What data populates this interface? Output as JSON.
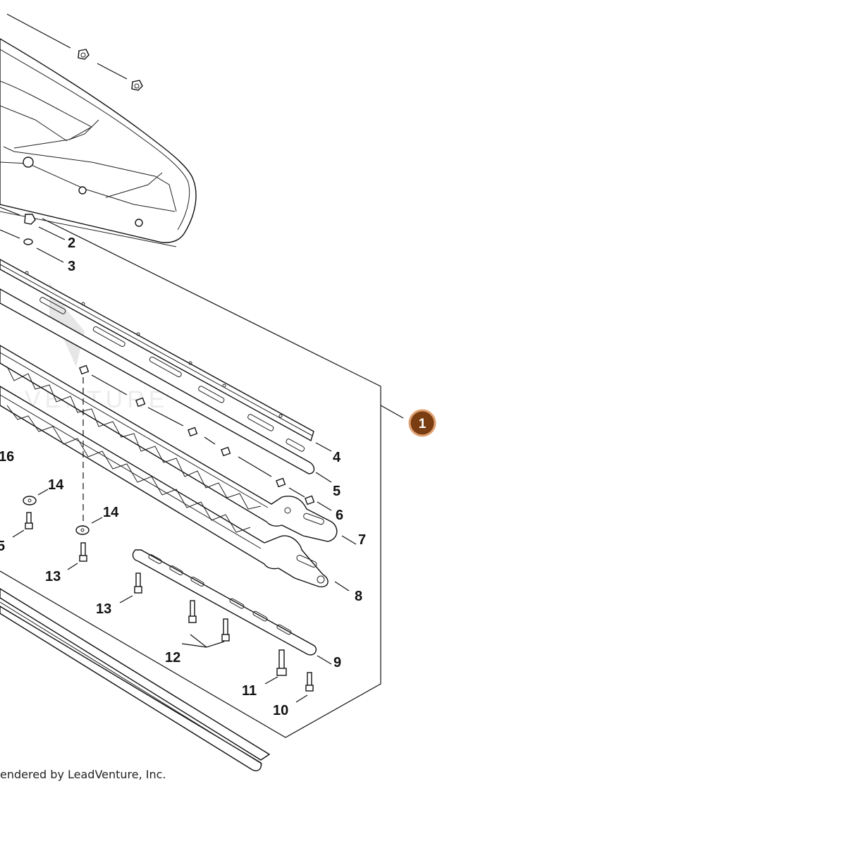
{
  "callout": {
    "number": "1"
  },
  "labels": {
    "l2": "2",
    "l3": "3",
    "l4": "4",
    "l5": "5",
    "l6": "6",
    "l7": "7",
    "l8": "8",
    "l9": "9",
    "l10": "10",
    "l11": "11",
    "l12": "12",
    "l13a": "13",
    "l13b": "13",
    "l14a": "14",
    "l14b": "14",
    "l15": "5",
    "l16": "16"
  },
  "watermark": {
    "text": "VENTURE"
  },
  "credit": {
    "text": "endered by LeadVenture, Inc."
  }
}
